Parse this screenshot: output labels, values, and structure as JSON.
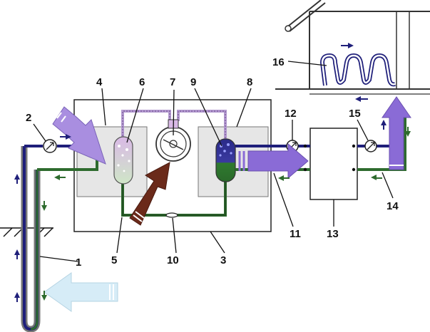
{
  "callouts": {
    "c1": "1",
    "c2": "2",
    "c3": "3",
    "c4": "4",
    "c5": "5",
    "c6": "6",
    "c7": "7",
    "c8": "8",
    "c9": "9",
    "c10": "10",
    "c11": "11",
    "c12": "12",
    "c13": "13",
    "c14": "14",
    "c15": "15",
    "c16": "16"
  },
  "colors": {
    "hot_pipe": "#1f1f7a",
    "cold_pipe": "#2e6b2e",
    "inflow_arrow": "#a98ee0",
    "ground_arrow": "#d6ecf7",
    "heat_arrow": "#6b2a1a",
    "supply_arrow": "#8a6bd6",
    "unit_border": "#222222",
    "panel_fill": "#e6e6e6"
  },
  "icons": [
    "pump-icon",
    "compressor-icon",
    "expansion-valve-icon",
    "flow-arrow-icon"
  ]
}
